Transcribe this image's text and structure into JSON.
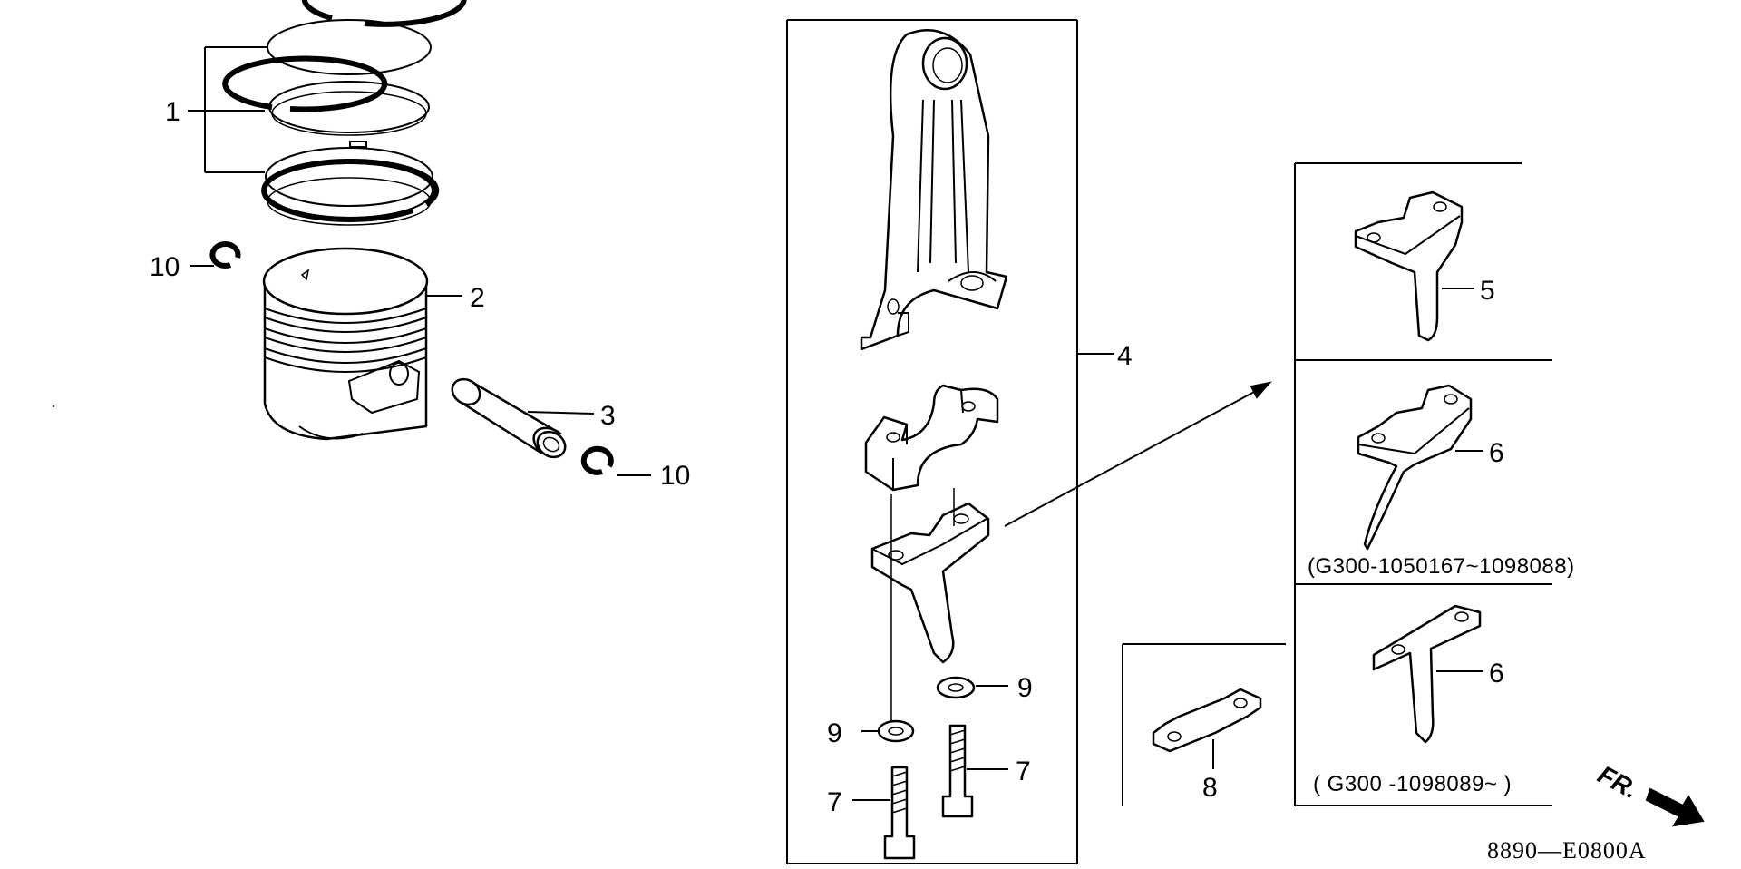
{
  "callouts": {
    "c1": "1",
    "c2": "2",
    "c3": "3",
    "c4": "4",
    "c5": "5",
    "c6a": "6",
    "c6b": "6",
    "c7a": "7",
    "c7b": "7",
    "c8": "8",
    "c9a": "9",
    "c9b": "9",
    "c10a": "10",
    "c10b": "10"
  },
  "notes": {
    "serial_range_1": "(G300-1050167~1098088)",
    "serial_range_2": "( G300 -1098089~ )"
  },
  "diagram_code": "8890—E0800A",
  "front_indicator": "FR."
}
